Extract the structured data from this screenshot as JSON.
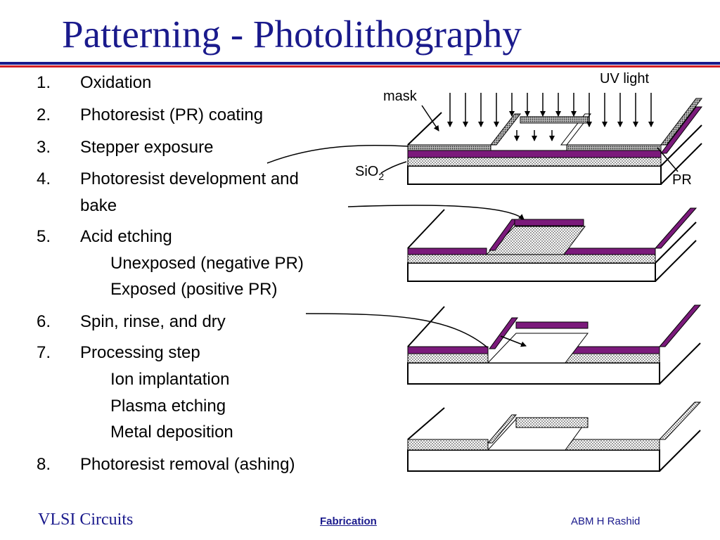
{
  "slide": {
    "title": "Patterning - Photolithography"
  },
  "steps": [
    {
      "num": "1.",
      "text": "Oxidation",
      "subs": []
    },
    {
      "num": "2.",
      "text": "Photoresist (PR) coating",
      "subs": []
    },
    {
      "num": "3.",
      "text": "Stepper exposure",
      "subs": []
    },
    {
      "num": "4.",
      "text": "Photoresist development and",
      "cont": "bake",
      "subs": []
    },
    {
      "num": "5.",
      "text": "Acid etching",
      "subs": [
        "Unexposed (negative PR)",
        "Exposed (positive PR)"
      ]
    },
    {
      "num": "6.",
      "text": "Spin, rinse, and dry",
      "subs": []
    },
    {
      "num": "7.",
      "text": "Processing step",
      "subs": [
        "Ion implantation",
        "Plasma etching",
        "Metal deposition"
      ]
    },
    {
      "num": "8.",
      "text": "Photoresist removal (ashing)",
      "subs": []
    }
  ],
  "diagram": {
    "labels": {
      "uv_light": "UV light",
      "mask": "mask",
      "sio2_main": "SiO",
      "sio2_sub": "2",
      "pr": "PR"
    }
  },
  "footer": {
    "left": "VLSI Circuits",
    "center": "Fabrication",
    "right": "ABM H Rashid"
  },
  "colors": {
    "title": "#1a1a8c",
    "rule_red": "#d31f26",
    "photoresist": "#7b1a7b",
    "oxide_fill": "#dcdcdc"
  }
}
